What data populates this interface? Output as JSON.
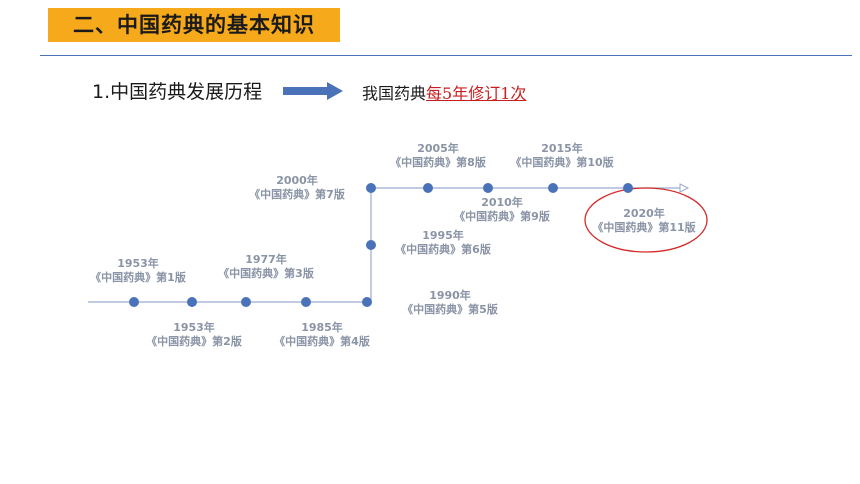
{
  "header": {
    "title": "二、中国药典的基本知识"
  },
  "section": {
    "subtitle": "1.中国药典发展历程",
    "note_prefix": "我国药典",
    "note_highlight": "每5年修订1次"
  },
  "colors": {
    "accent_orange": "#f6a91b",
    "rule_blue": "#4a72b8",
    "node_blue": "#4a72b8",
    "line_gray": "#9aaad0",
    "label_gray": "#8a94a6",
    "highlight_red": "#c81e1e"
  },
  "icons": {
    "arrow": "right-arrow-icon"
  },
  "timeline": [
    {
      "year": "1953年",
      "edition": "《中国药典》第1版"
    },
    {
      "year": "1953年",
      "edition": "《中国药典》第2版"
    },
    {
      "year": "1977年",
      "edition": "《中国药典》第3版"
    },
    {
      "year": "1985年",
      "edition": "《中国药典》第4版"
    },
    {
      "year": "1990年",
      "edition": "《中国药典》第5版"
    },
    {
      "year": "1995年",
      "edition": "《中国药典》第6版"
    },
    {
      "year": "2000年",
      "edition": "《中国药典》第7版"
    },
    {
      "year": "2005年",
      "edition": "《中国药典》第8版"
    },
    {
      "year": "2010年",
      "edition": "《中国药典》第9版"
    },
    {
      "year": "2015年",
      "edition": "《中国药典》第10版"
    },
    {
      "year": "2020年",
      "edition": "《中国药典》第11版"
    }
  ]
}
